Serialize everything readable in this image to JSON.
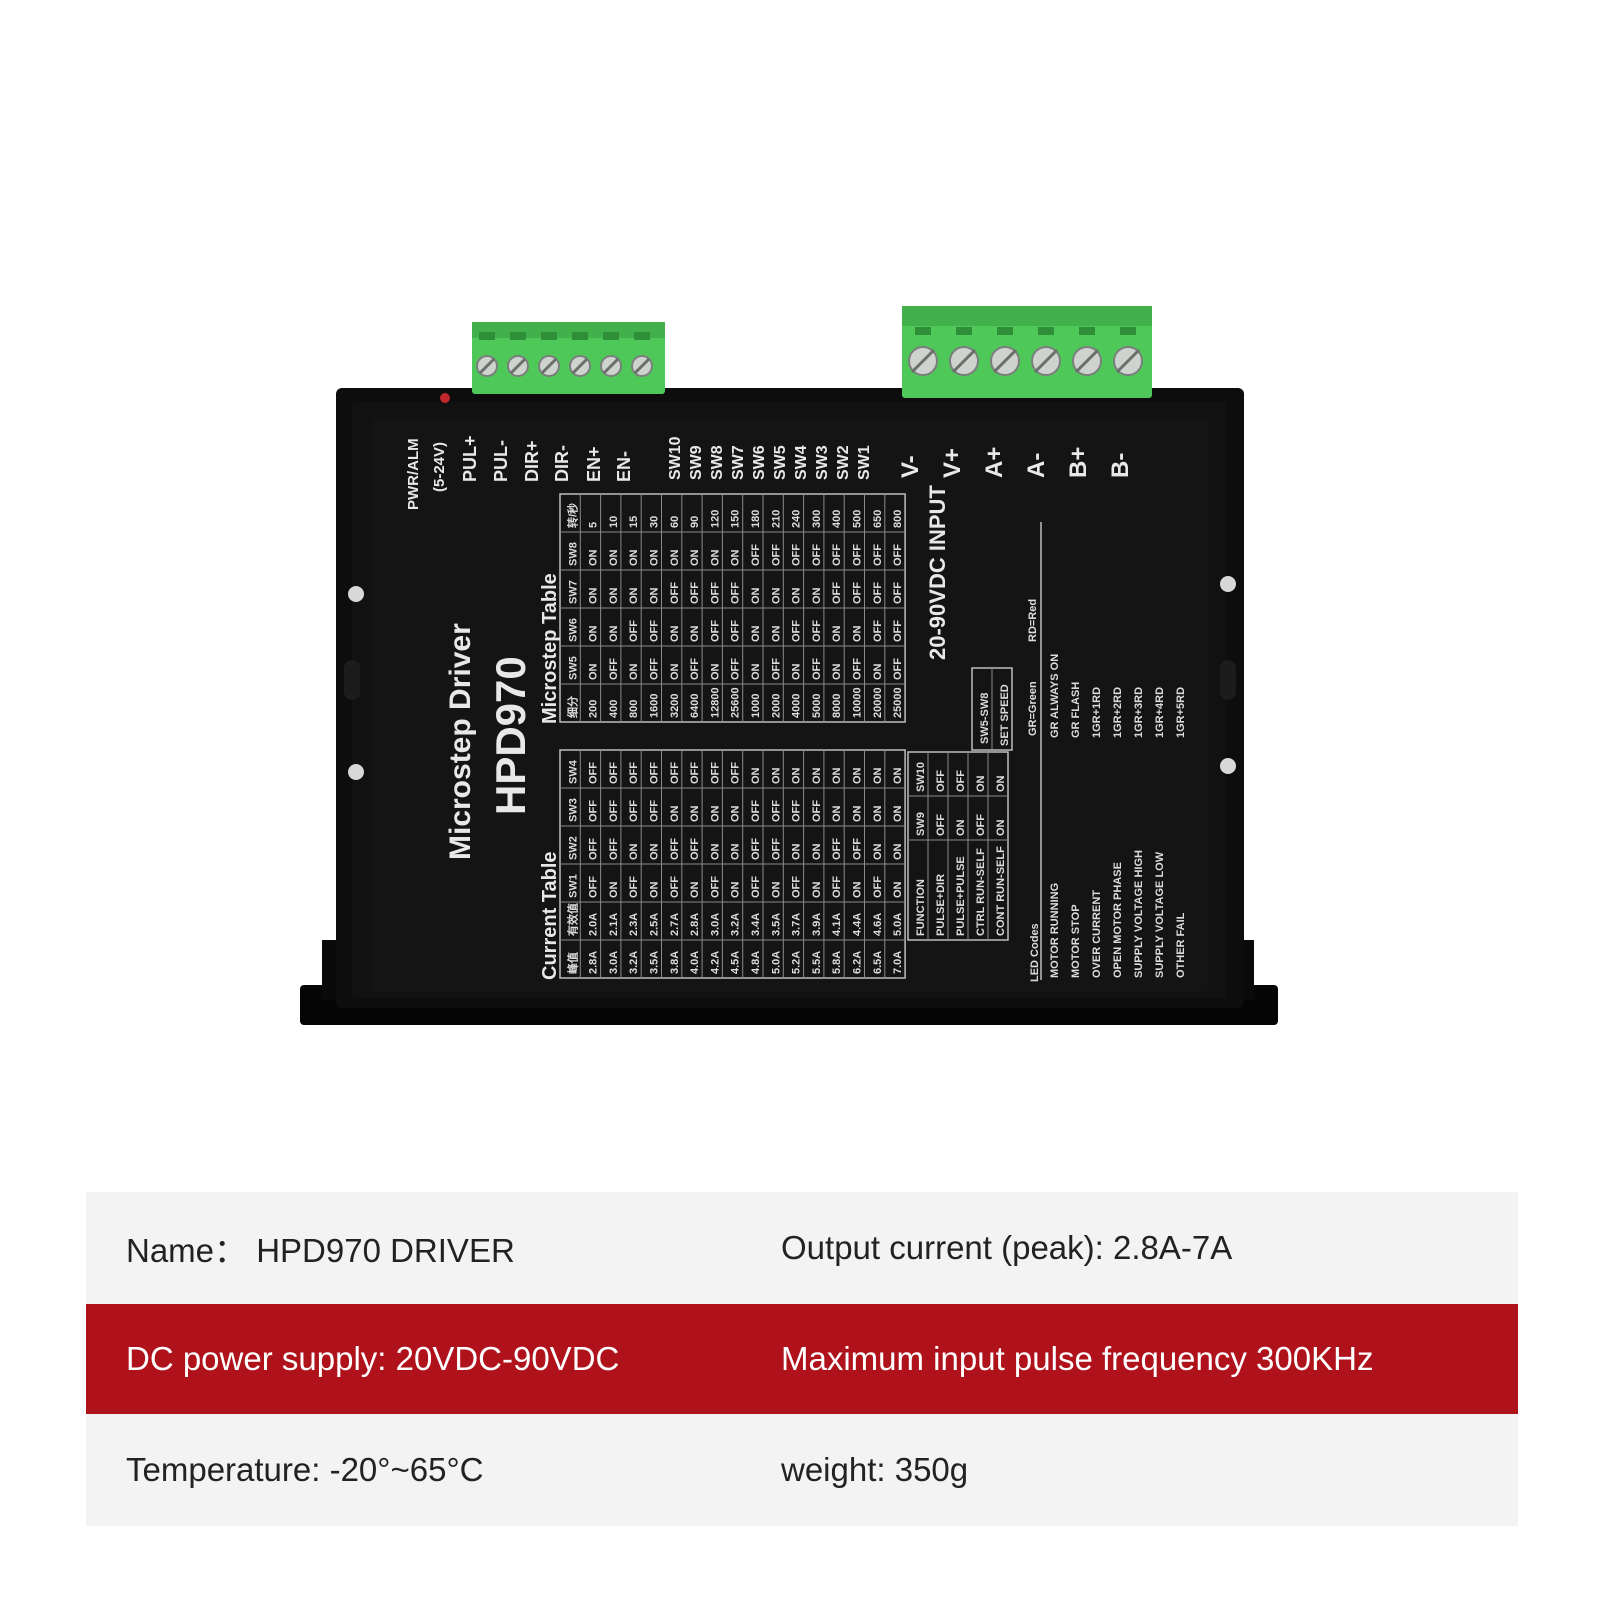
{
  "device": {
    "title": "Microstep Driver",
    "model": "HPD970",
    "input_label": "20-90VDC INPUT",
    "control_terminals": [
      "PWR/ALM",
      "(5-24V)",
      "PUL+",
      "PUL-",
      "DIR+",
      "DIR-",
      "EN+",
      "EN-"
    ],
    "switch_labels": [
      "SW10",
      "SW9",
      "SW8",
      "SW7",
      "SW6",
      "SW5",
      "SW4",
      "SW3",
      "SW2",
      "SW1"
    ],
    "power_terminals": [
      "V-",
      "V+",
      "A+",
      "A-",
      "B+",
      "B-"
    ],
    "current_table": {
      "title": "Current Table",
      "headers": [
        "峰值",
        "有效值",
        "SW1",
        "SW2",
        "SW3",
        "SW4"
      ],
      "rows": [
        [
          "2.8A",
          "2.0A",
          "OFF",
          "OFF",
          "OFF",
          "OFF"
        ],
        [
          "3.0A",
          "2.1A",
          "ON",
          "OFF",
          "OFF",
          "OFF"
        ],
        [
          "3.2A",
          "2.3A",
          "OFF",
          "ON",
          "OFF",
          "OFF"
        ],
        [
          "3.5A",
          "2.5A",
          "ON",
          "ON",
          "OFF",
          "OFF"
        ],
        [
          "3.8A",
          "2.7A",
          "OFF",
          "OFF",
          "ON",
          "OFF"
        ],
        [
          "4.0A",
          "2.8A",
          "ON",
          "OFF",
          "ON",
          "OFF"
        ],
        [
          "4.2A",
          "3.0A",
          "OFF",
          "ON",
          "ON",
          "OFF"
        ],
        [
          "4.5A",
          "3.2A",
          "ON",
          "ON",
          "ON",
          "OFF"
        ],
        [
          "4.8A",
          "3.4A",
          "OFF",
          "OFF",
          "OFF",
          "ON"
        ],
        [
          "5.0A",
          "3.5A",
          "ON",
          "OFF",
          "OFF",
          "ON"
        ],
        [
          "5.2A",
          "3.7A",
          "OFF",
          "ON",
          "OFF",
          "ON"
        ],
        [
          "5.5A",
          "3.9A",
          "ON",
          "ON",
          "OFF",
          "ON"
        ],
        [
          "5.8A",
          "4.1A",
          "OFF",
          "OFF",
          "ON",
          "ON"
        ],
        [
          "6.2A",
          "4.4A",
          "ON",
          "OFF",
          "ON",
          "ON"
        ],
        [
          "6.5A",
          "4.6A",
          "OFF",
          "ON",
          "ON",
          "ON"
        ],
        [
          "7.0A",
          "5.0A",
          "ON",
          "ON",
          "ON",
          "ON"
        ]
      ]
    },
    "microstep_table": {
      "title": "Microstep Table",
      "headers": [
        "细分",
        "SW5",
        "SW6",
        "SW7",
        "SW8",
        "转/秒"
      ],
      "rows": [
        [
          "200",
          "ON",
          "ON",
          "ON",
          "ON",
          "5"
        ],
        [
          "400",
          "OFF",
          "ON",
          "ON",
          "ON",
          "10"
        ],
        [
          "800",
          "ON",
          "OFF",
          "ON",
          "ON",
          "15"
        ],
        [
          "1600",
          "OFF",
          "OFF",
          "ON",
          "ON",
          "30"
        ],
        [
          "3200",
          "ON",
          "ON",
          "OFF",
          "ON",
          "60"
        ],
        [
          "6400",
          "OFF",
          "ON",
          "OFF",
          "ON",
          "90"
        ],
        [
          "12800",
          "ON",
          "OFF",
          "OFF",
          "ON",
          "120"
        ],
        [
          "25600",
          "OFF",
          "OFF",
          "OFF",
          "ON",
          "150"
        ],
        [
          "1000",
          "ON",
          "ON",
          "ON",
          "OFF",
          "180"
        ],
        [
          "2000",
          "OFF",
          "ON",
          "ON",
          "OFF",
          "210"
        ],
        [
          "4000",
          "ON",
          "OFF",
          "ON",
          "OFF",
          "240"
        ],
        [
          "5000",
          "OFF",
          "OFF",
          "ON",
          "OFF",
          "300"
        ],
        [
          "8000",
          "ON",
          "ON",
          "OFF",
          "OFF",
          "400"
        ],
        [
          "10000",
          "OFF",
          "ON",
          "OFF",
          "OFF",
          "500"
        ],
        [
          "20000",
          "ON",
          "OFF",
          "OFF",
          "OFF",
          "650"
        ],
        [
          "25000",
          "OFF",
          "OFF",
          "OFF",
          "OFF",
          "800"
        ]
      ]
    },
    "function_table": {
      "headers": [
        "FUNCTION",
        "SW9",
        "SW10"
      ],
      "rows": [
        [
          "PULSE+DIR",
          "OFF",
          "OFF"
        ],
        [
          "PULSE+PULSE",
          "ON",
          "OFF"
        ],
        [
          "CTRL RUN-SELF",
          "OFF",
          "ON"
        ],
        [
          "CONT RUN-SELF",
          "ON",
          "ON"
        ]
      ],
      "note_top": "SW5-SW8",
      "note_bottom": "SET SPEED"
    },
    "led_codes": {
      "legend_green": "GR=Green",
      "legend_red": "RD=Red",
      "title": "LED Codes",
      "rows": [
        [
          "MOTOR RUNNING",
          "GR ALWAYS ON"
        ],
        [
          "MOTOR STOP",
          "GR FLASH"
        ],
        [
          "OVER CURRENT",
          "1GR+1RD"
        ],
        [
          "OPEN MOTOR PHASE",
          "1GR+2RD"
        ],
        [
          "SUPPLY VOLTAGE HIGH",
          "1GR+3RD"
        ],
        [
          "SUPPLY VOLTAGE LOW",
          "1GR+4RD"
        ],
        [
          "OTHER FAIL",
          "1GR+5RD"
        ]
      ]
    }
  },
  "specs": [
    {
      "left": "Name：  HPD970 DRIVER",
      "right": "Output current (peak):  2.8A-7A",
      "style": "gray"
    },
    {
      "left": "DC power supply: 20VDC-90VDC",
      "right": "Maximum input pulse frequency 300KHz",
      "style": "red"
    },
    {
      "left": "Temperature: -20°~65°C",
      "right": "weight: 350g",
      "style": "gray"
    }
  ],
  "colors": {
    "terminal_green": "#4fc85a",
    "housing_black": "#0c0c0c",
    "label_black": "#141414",
    "accent_red": "#b0121c"
  }
}
